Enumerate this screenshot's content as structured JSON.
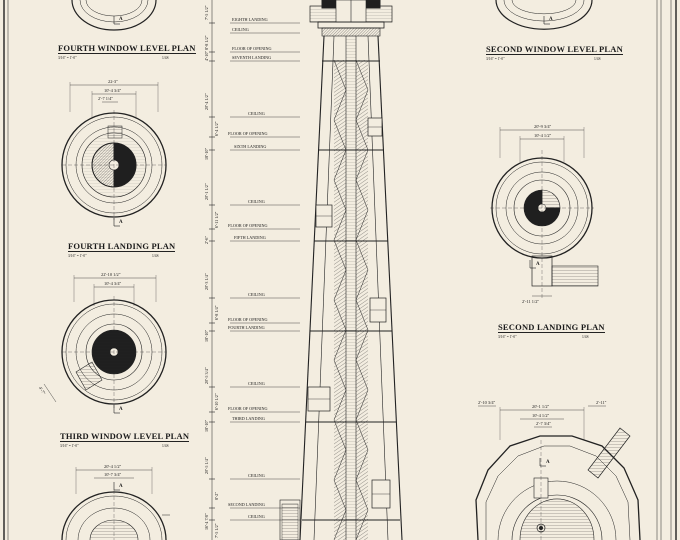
{
  "plans": {
    "fourth_window": {
      "title": "FOURTH WINDOW LEVEL PLAN",
      "scale": "3/16\" = 1'-0\"",
      "sheet": "1/4S"
    },
    "fourth_landing": {
      "title": "FOURTH LANDING PLAN",
      "scale": "3/16\" = 1'-0\"",
      "sheet": "1/4S",
      "dim_outer": "22-3\"",
      "dim_inner": "10'-4 3/4\"",
      "dim_small": "2'-7 1/4\""
    },
    "third_window": {
      "title": "THIRD WINDOW LEVEL PLAN",
      "scale": "3/16\" = 1'-0\"",
      "sheet": "1/4S",
      "dim_outer": "22'-10 1/2\"",
      "dim_inner": "10'-4 3/4\"",
      "dim_diag": "4'-7\""
    },
    "third_landing": {
      "dim_outer": "20'-4 1/2\"",
      "dim_inner": "10'-7 3/4\""
    },
    "second_window": {
      "title": "SECOND WINDOW LEVEL PLAN",
      "scale": "3/16\" = 1'-0\"",
      "sheet": "1/4S"
    },
    "second_landing": {
      "title": "SECOND LANDING PLAN",
      "scale": "3/16\" = 1'-0\"",
      "sheet": "1/4S",
      "dim_outer": "20'-9 3/4\"",
      "dim_inner": "10'-4 1/2\"",
      "dim_bottom": "2'-11 1/2\""
    },
    "first": {
      "dim_left": "2'-10 3/4\"",
      "dim_outer": "20'-1 1/2\"",
      "dim_inner": "10'-4 1/2\"",
      "dim_small": "2'-7 3/4\"",
      "dim_right": "2'-11\""
    }
  },
  "section_marks": [
    "A",
    "A",
    "A",
    "A",
    "A",
    "A",
    "A"
  ],
  "elevation": {
    "levels": [
      "EIGHTH LANDING",
      "CEILING",
      "FLOOR OF OPENING",
      "SEVENTH LANDING",
      "CEILING",
      "FLOOR OF OPENING",
      "SIXTH LANDING",
      "CEILING",
      "FLOOR OF OPENING",
      "FIFTH LANDING",
      "CEILING",
      "FLOOR OF OPENING",
      "FOURTH LANDING",
      "CEILING",
      "FLOOR OF OPENING",
      "THIRD LANDING",
      "CEILING",
      "SECOND LANDING",
      "CEILING"
    ],
    "vdims": [
      "7'-5 1/2\"",
      "8'-8 1/2\"",
      "4'-10\"",
      "20'-4 1/2\"",
      "6'-4 1/2\"",
      "18'-10\"",
      "20'-1 1/2\"",
      "6'-11 1/2\"",
      "2'-6\"",
      "20'-3 1/4\"",
      "6'-8 1/4\"",
      "18'-10\"",
      "20'-5 3/4\"",
      "6'-10 1/2\"",
      "18'-10\"",
      "20'-5 1/4\"",
      "8'-2\"",
      "16'-4 7/8\"",
      "7'-5 1/2\""
    ]
  }
}
